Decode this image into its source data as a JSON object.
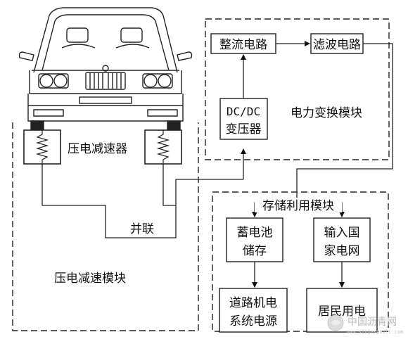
{
  "modules": {
    "piezo_damper_module": "压电减速模块",
    "power_conversion_module": "电力变换模块",
    "storage_use_module": "存储利用模块"
  },
  "blocks": {
    "rectifier": "整流电路",
    "filter": "滤波电路",
    "dcdc_line1": "DC/DC",
    "dcdc_line2": "变压器",
    "piezo_damper": "压电减速器",
    "parallel": "并联",
    "battery_line1": "蓄电池",
    "battery_line2": "储存",
    "grid_line1": "输入国",
    "grid_line2": "家电网",
    "road_line1": "道路机电",
    "road_line2": "系统电源",
    "residential": "居民用电"
  },
  "watermark": {
    "name": "中国沥青网",
    "url": "www.sinoasphalt.com"
  }
}
